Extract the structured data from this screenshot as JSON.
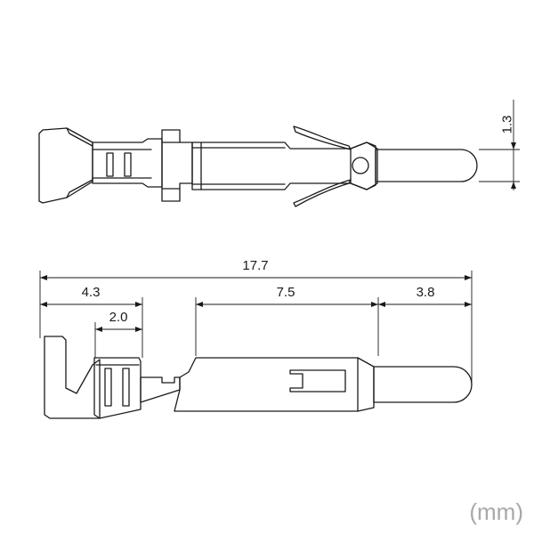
{
  "dimensions": {
    "overall_length": "17.7",
    "crimp_section": "4.3",
    "crimp_barrel": "2.0",
    "body_length": "7.5",
    "pin_length": "3.8",
    "pin_diameter": "1.3"
  },
  "unit_label": "(mm)"
}
